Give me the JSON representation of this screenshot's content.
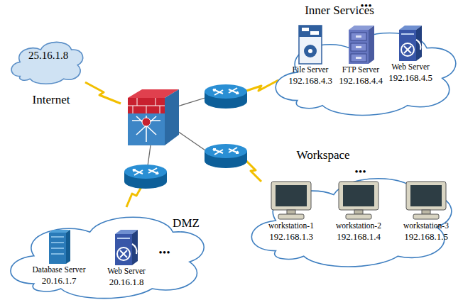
{
  "diagram": {
    "nodes": [
      {
        "text": [
          "25.16.1.8",
          "Internet"
        ]
      },
      {
        "text": [
          "Inner Services"
        ]
      },
      {
        "text": [
          "File Server",
          "192.168.4.3"
        ],
        "in": 1
      },
      {
        "text": [
          "FTP Server",
          "192.168.4.4"
        ],
        "in": 1
      },
      {
        "text": [
          "Web Server",
          "192.168.4.5"
        ],
        "in": 1
      },
      {
        "text": [
          "Workspace"
        ]
      },
      {
        "text": [
          "workstation-1",
          "192.168.1.3"
        ],
        "in": 5
      },
      {
        "text": [
          "workstation-2",
          "192.168.1.4"
        ],
        "in": 5
      },
      {
        "text": [
          "workstation-3",
          "192.168.1.5"
        ],
        "in": 5
      },
      {
        "text": [
          "DMZ"
        ]
      },
      {
        "text": [
          "Database Server",
          "20.16.1.7"
        ],
        "in": 9
      },
      {
        "text": [
          "Web Server",
          "20.16.1.8"
        ],
        "in": 9
      }
    ],
    "labels": [
      "•••",
      "•••",
      "•••"
    ]
  }
}
